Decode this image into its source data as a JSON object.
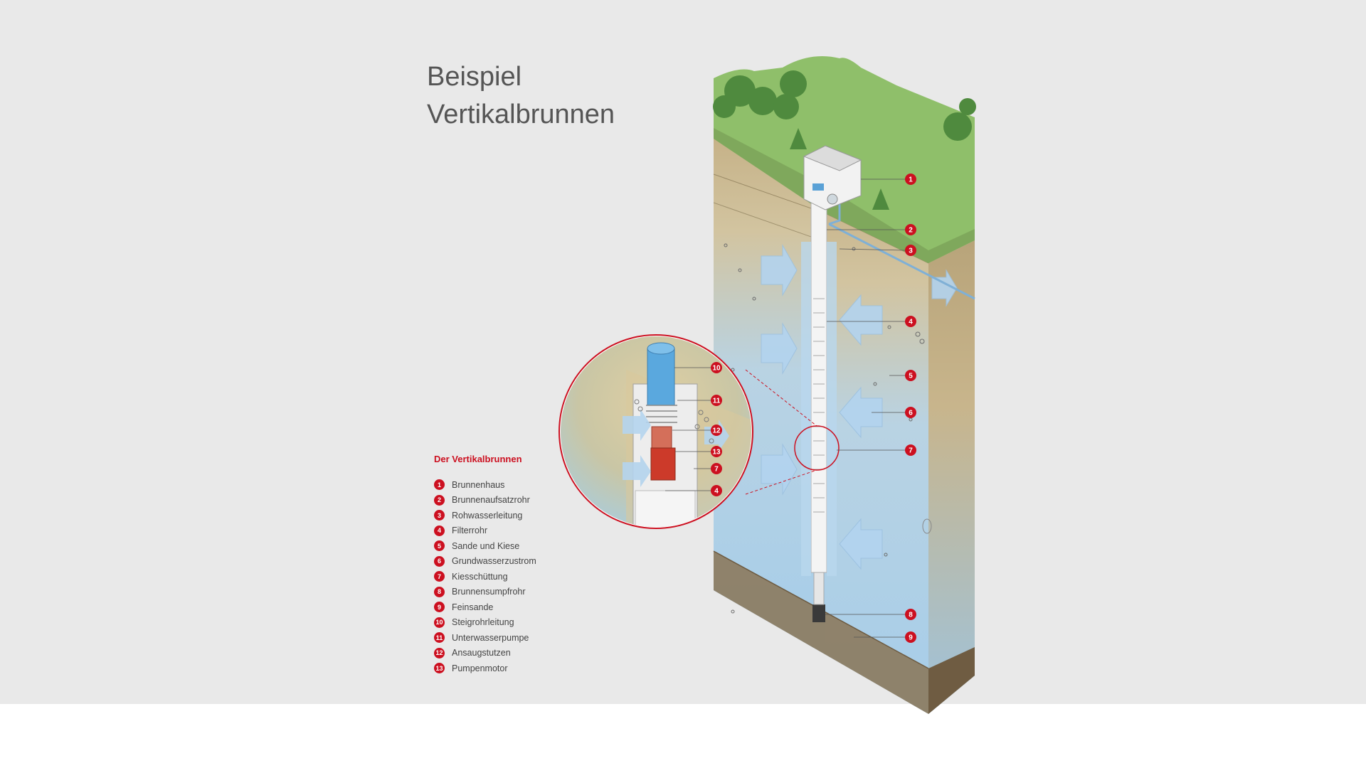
{
  "title": {
    "line1": "Beispiel",
    "line2": "Vertikalbrunnen"
  },
  "legend": {
    "heading": "Der Vertikalbrunnen",
    "items": [
      {
        "num": "1",
        "label": "Brunnenhaus"
      },
      {
        "num": "2",
        "label": "Brunnenaufsatzrohr"
      },
      {
        "num": "3",
        "label": "Rohwasserleitung"
      },
      {
        "num": "4",
        "label": "Filterrohr"
      },
      {
        "num": "5",
        "label": "Sande und Kiese"
      },
      {
        "num": "6",
        "label": "Grundwasserzustrom"
      },
      {
        "num": "7",
        "label": "Kiesschüttung"
      },
      {
        "num": "8",
        "label": "Brunnensumpfrohr"
      },
      {
        "num": "9",
        "label": "Feinsande"
      },
      {
        "num": "10",
        "label": "Steigrohrleitung"
      },
      {
        "num": "11",
        "label": "Unterwasserpumpe"
      },
      {
        "num": "12",
        "label": "Ansaugstutzen"
      },
      {
        "num": "13",
        "label": "Pumpenmotor"
      }
    ]
  },
  "callouts": {
    "main": [
      "1",
      "2",
      "3",
      "4",
      "5",
      "6",
      "7",
      "8",
      "9"
    ],
    "inset": [
      "10",
      "11",
      "12",
      "13",
      "7",
      "4"
    ]
  },
  "colors": {
    "accent": "#cc1020",
    "background": "#e9e9e9",
    "grass": "#8fbf6a",
    "water": "#a9cfe8",
    "soil": "#c9b48a",
    "deep_soil": "#8a7455"
  }
}
